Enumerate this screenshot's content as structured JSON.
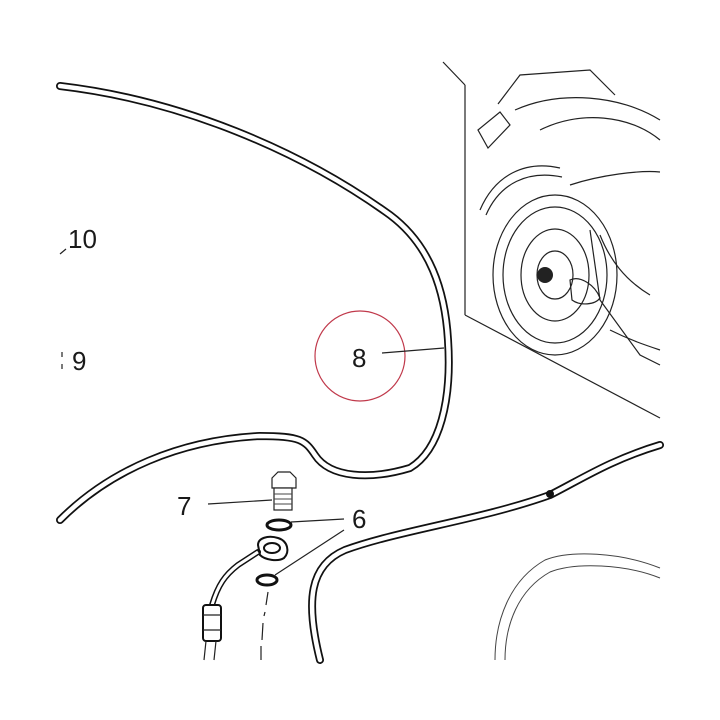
{
  "callouts": {
    "c10": "10",
    "c9": "9",
    "c8": "8",
    "c7": "7",
    "c6": "6"
  },
  "colors": {
    "line": "#111111",
    "highlight_circle": "#c0394b"
  },
  "icons": {
    "motorcycle_inset": "motorcycle-icon",
    "banjo_bolt": "bolt-icon",
    "sealing_washer": "washer-icon",
    "banjo_fitting": "banjo-fitting-icon"
  }
}
